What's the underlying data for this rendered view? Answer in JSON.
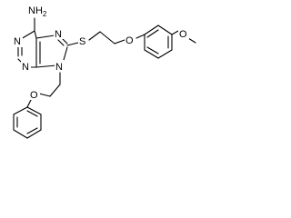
{
  "structure": {
    "atoms": {
      "amine": {
        "label": "NH",
        "subscript": "2"
      },
      "n1": {
        "label": "N"
      },
      "n3": {
        "label": "N"
      },
      "n7": {
        "label": "N"
      },
      "n9": {
        "label": "N"
      },
      "thioether": {
        "label": "S"
      },
      "ether_aryl": {
        "label": "O"
      },
      "ether_methoxy": {
        "label": "O"
      },
      "ether_phenoxy": {
        "label": "O"
      }
    },
    "colors": {
      "bond": "#000000",
      "text": "#000000",
      "background": "#ffffff"
    }
  }
}
